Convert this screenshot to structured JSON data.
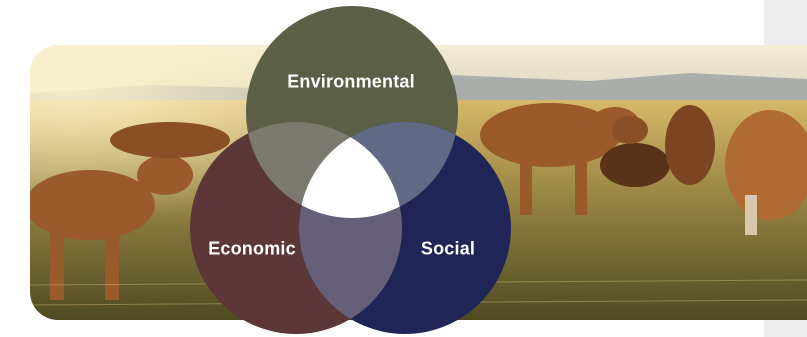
{
  "venn": {
    "circles": [
      {
        "id": "environmental",
        "label": "Environmental",
        "color": "#5a5f45"
      },
      {
        "id": "economic",
        "label": "Economic",
        "color": "#5c3737"
      },
      {
        "id": "social",
        "label": "Social",
        "color": "#1f2557"
      }
    ],
    "overlaps": {
      "environmental_economic": "#7b7a6c",
      "environmental_social": "#616a85",
      "economic_social": "#665f7a",
      "center": "#ffffff"
    }
  },
  "background": {
    "subject": "cattle grazing in a sunlit field"
  }
}
